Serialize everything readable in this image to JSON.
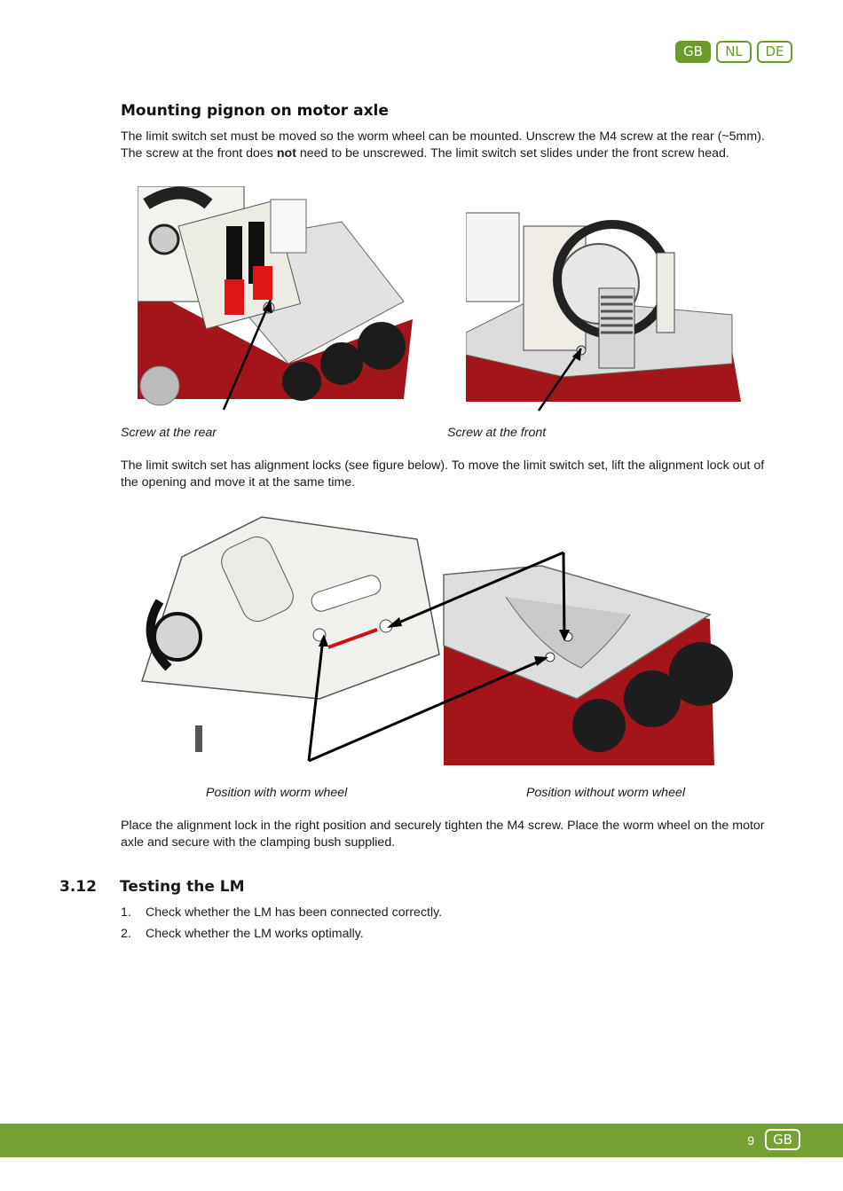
{
  "header": {
    "lang_tabs": [
      "GB",
      "NL",
      "DE"
    ],
    "active_tab": "GB"
  },
  "section": {
    "title": "Mounting pignon on motor axle",
    "intro_part1": "The limit switch set must be moved so the worm wheel can be mounted. Unscrew the M4 screw at the rear (~5mm). The screw at the front does ",
    "intro_bold": "not",
    "intro_part2": " need to be unscrewed. The limit switch set slides under the front screw head.",
    "caption_rear": "Screw at the rear",
    "caption_front": "Screw at the front",
    "alignment_text": "The limit switch set has alignment locks (see figure below). To move the limit switch set, lift the alignment lock out of the opening and move it at the same time.",
    "caption_with": "Position with worm wheel",
    "caption_without": "Position without worm wheel",
    "place_text": "Place the alignment lock in the right position and securely tighten the M4 screw. Place the worm wheel on the motor axle and secure with the clamping bush supplied."
  },
  "testing": {
    "number": "3.12",
    "title": "Testing the LM",
    "steps": [
      {
        "n": "1.",
        "text": "Check whether the LM has been connected correctly."
      },
      {
        "n": "2.",
        "text": "Check whether the LM works optimally."
      }
    ]
  },
  "footer": {
    "page_number": "9",
    "lang": "GB"
  },
  "colors": {
    "accent": "#74a034",
    "housing_red": "#a3141b"
  }
}
